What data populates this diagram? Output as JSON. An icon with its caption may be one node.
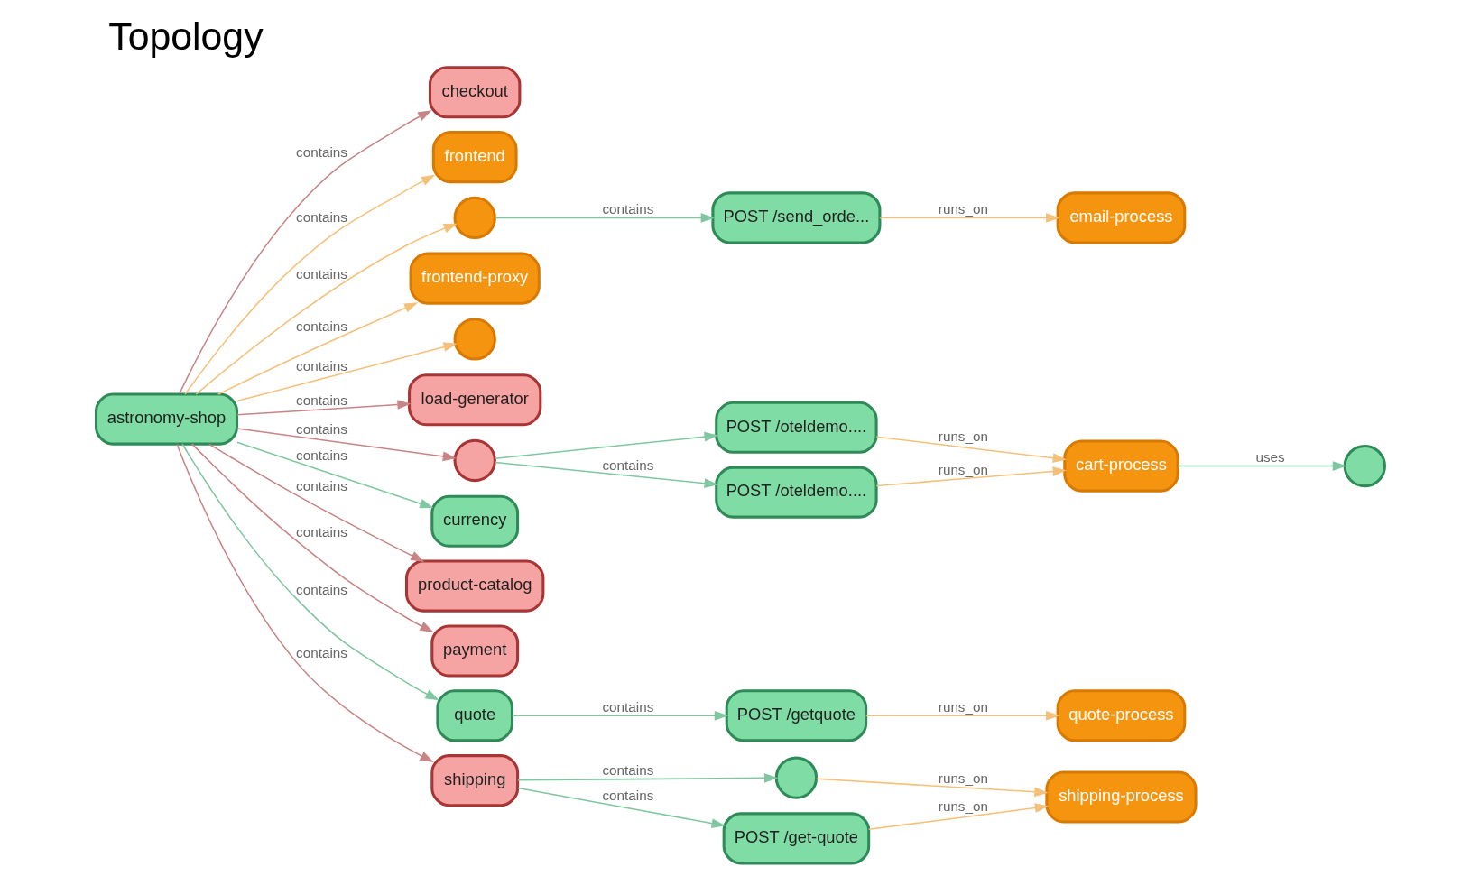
{
  "diagram": {
    "title": "Topology",
    "nodes": [
      {
        "text": [
          "astronomy-shop"
        ]
      },
      {
        "text": [
          "checkout"
        ]
      },
      {
        "text": [
          "frontend"
        ]
      },
      {
        "text": [],
        "shape": "circle"
      },
      {
        "text": [
          "frontend-proxy"
        ]
      },
      {
        "text": [],
        "shape": "circle"
      },
      {
        "text": [
          "load-generator"
        ]
      },
      {
        "text": [],
        "shape": "circle"
      },
      {
        "text": [
          "currency"
        ]
      },
      {
        "text": [
          "product-catalog"
        ]
      },
      {
        "text": [
          "payment"
        ]
      },
      {
        "text": [
          "quote"
        ]
      },
      {
        "text": [
          "shipping"
        ]
      },
      {
        "text": [
          "POST /oteldemo...."
        ]
      },
      {
        "text": [],
        "shape": "circle"
      },
      {
        "text": [
          "POST /oteldemo...."
        ]
      },
      {
        "text": [
          "POST /get-quote"
        ]
      },
      {
        "text": [
          "POST /getquote"
        ]
      },
      {
        "text": [
          "POST /send_orde..."
        ]
      },
      {
        "text": [
          "cart-process"
        ]
      },
      {
        "text": [
          "shipping-process"
        ]
      },
      {
        "text": [
          "quote-process"
        ]
      },
      {
        "text": [
          "email-process"
        ]
      },
      {
        "text": [],
        "shape": "circle"
      }
    ],
    "edges": [
      {
        "from": 0,
        "to": 1,
        "arrow": "to",
        "label": "contains",
        "color": "#c98585"
      },
      {
        "from": 0,
        "to": 2,
        "arrow": "to",
        "label": "contains"
      },
      {
        "from": 0,
        "to": 3,
        "arrow": "to",
        "label": "contains"
      },
      {
        "from": 0,
        "to": 4,
        "arrow": "to",
        "label": "contains"
      },
      {
        "from": 0,
        "to": 5,
        "arrow": "to",
        "label": "contains"
      },
      {
        "from": 0,
        "to": 6,
        "arrow": "to",
        "label": "contains",
        "color": "#c98585"
      },
      {
        "from": 0,
        "to": 7,
        "arrow": "to",
        "label": "contains",
        "color": "#c98585"
      },
      {
        "from": 0,
        "to": 8,
        "arrow": "to",
        "label": "contains",
        "color": "#7fc7a0"
      },
      {
        "from": 0,
        "to": 9,
        "arrow": "to",
        "label": "contains",
        "color": "#c98585"
      },
      {
        "from": 0,
        "to": 10,
        "arrow": "to",
        "label": "contains",
        "color": "#c98585"
      },
      {
        "from": 0,
        "to": 11,
        "arrow": "to",
        "label": "contains",
        "color": "#7fc7a0"
      },
      {
        "from": 0,
        "to": 12,
        "arrow": "to",
        "label": "contains",
        "color": "#c98585"
      },
      {
        "from": 3,
        "to": 18,
        "arrow": "to",
        "label": "contains",
        "color": "#7fc7a0"
      },
      {
        "from": 7,
        "to": 13,
        "arrow": "to",
        "color": "#7fc7a0"
      },
      {
        "from": 7,
        "to": 15,
        "arrow": "to",
        "label": "contains",
        "color": "#7fc7a0"
      },
      {
        "from": 12,
        "to": 14,
        "arrow": "to",
        "label": "contains",
        "color": "#7fc7a0"
      },
      {
        "from": 12,
        "to": 16,
        "arrow": "to",
        "label": "contains",
        "color": "#7fc7a0"
      },
      {
        "from": 11,
        "to": 17,
        "arrow": "to",
        "label": "contains",
        "color": "#7fc7a0"
      },
      {
        "from": 13,
        "to": 19,
        "arrow": "to",
        "label": "runs_on"
      },
      {
        "from": 14,
        "to": 20,
        "arrow": "to",
        "label": "runs_on"
      },
      {
        "from": 15,
        "to": 19,
        "arrow": "to",
        "label": "runs_on"
      },
      {
        "from": 16,
        "to": 20,
        "arrow": "to",
        "label": "runs_on"
      },
      {
        "from": 17,
        "to": 21,
        "arrow": "to",
        "label": "runs_on"
      },
      {
        "from": 18,
        "to": 22,
        "arrow": "to",
        "label": "runs_on"
      },
      {
        "from": 19,
        "to": 23,
        "arrow": "to",
        "label": "uses",
        "color": "#7fc7a0"
      }
    ]
  }
}
